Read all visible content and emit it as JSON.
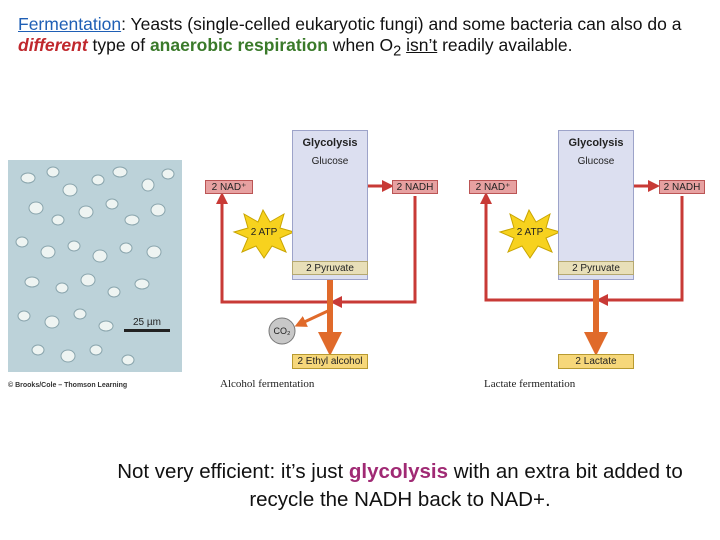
{
  "intro": {
    "term": "Fermentation",
    "part1": ": Yeasts (single-celled eukaryotic fungi) and some bacteria can also do a ",
    "different": "different",
    "part2": " type of ",
    "anaerobic": "anaerobic respiration",
    "part3": " when O",
    "o2_sub": "2",
    "space": " ",
    "isnt": "isn’t",
    "part4": " readily available."
  },
  "micrograph": {
    "scale_label": "25 µm",
    "credit": "© Brooks/Cole – Thomson Learning"
  },
  "alcohol": {
    "glycolysis": "Glycolysis",
    "glucose": "Glucose",
    "nad_plus": "2 NAD⁺",
    "nadh": "2 NADH",
    "atp": "2 ATP",
    "pyruvate": "2 Pyruvate",
    "co2": "CO₂",
    "product": "2 Ethyl alcohol",
    "caption": "Alcohol fermentation"
  },
  "lactate": {
    "glycolysis": "Glycolysis",
    "glucose": "Glucose",
    "nad_plus": "2 NAD⁺",
    "nadh": "2 NADH",
    "atp": "2 ATP",
    "pyruvate": "2 Pyruvate",
    "product": "2 Lactate",
    "caption": "Lactate fermentation"
  },
  "bottom": {
    "part1": "Not very efficient: it’s just ",
    "glycolysis": "glycolysis",
    "part2": " with an extra bit added to recycle the NADH back to NAD+."
  },
  "colors": {
    "term_blue": "#1f5fb5",
    "different_red": "#c0282d",
    "anaerobic_green": "#3a7a2a",
    "glycolysis_purple": "#a02a74",
    "glyc_arrow": "#7c82b8",
    "red_arrow": "#c83a36",
    "orange_arrow": "#e06a2a"
  }
}
